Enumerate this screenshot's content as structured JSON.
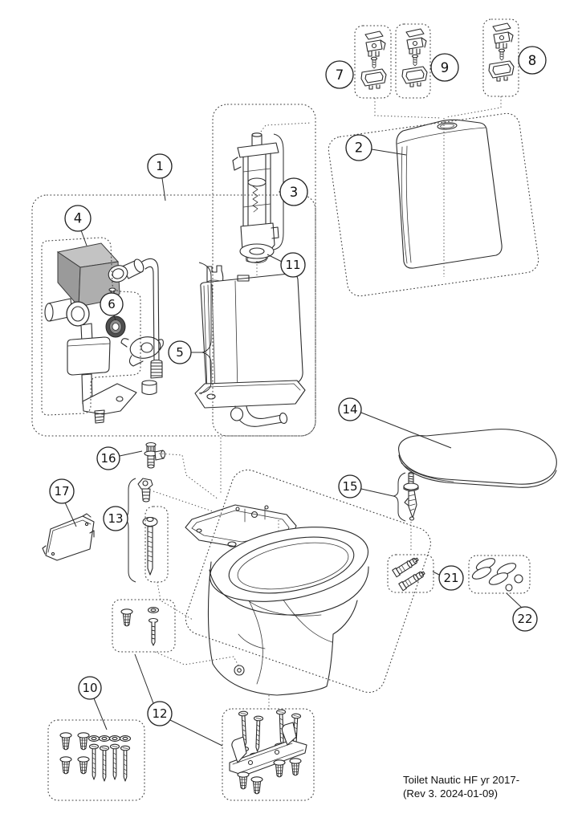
{
  "document": {
    "footer_line1": "Toilet Nautic HF yr 2017-",
    "footer_line2": "(Rev 3. 2024-01-09)"
  },
  "colors": {
    "background": "#ffffff",
    "line": "#2b2b2b",
    "cover_gray_top": "#c3c3c3",
    "cover_gray_front": "#9a9a9a",
    "cover_gray_side": "#aeaeae",
    "seal_dark": "#4f4f4f",
    "seal_mid": "#8a8a8a"
  },
  "callouts": [
    {
      "number": "1"
    },
    {
      "number": "2"
    },
    {
      "number": "3"
    },
    {
      "number": "4"
    },
    {
      "number": "5"
    },
    {
      "number": "6"
    },
    {
      "number": "7"
    },
    {
      "number": "8"
    },
    {
      "number": "9"
    },
    {
      "number": "10"
    },
    {
      "number": "11"
    },
    {
      "number": "12"
    },
    {
      "number": "13"
    },
    {
      "number": "14"
    },
    {
      "number": "15"
    },
    {
      "number": "16"
    },
    {
      "number": "17"
    },
    {
      "number": "21"
    },
    {
      "number": "22"
    }
  ]
}
